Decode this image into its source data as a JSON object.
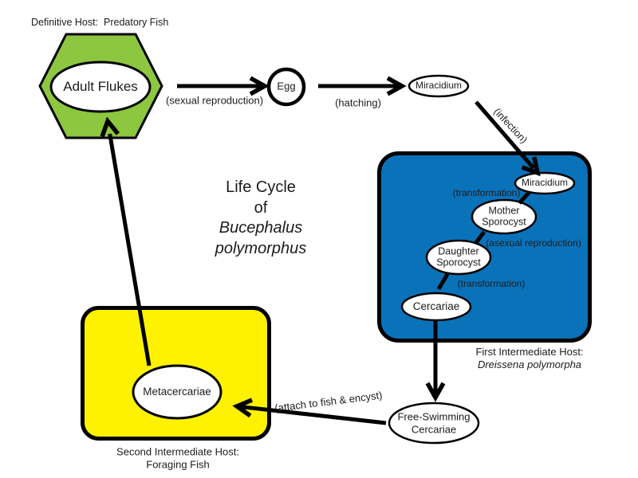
{
  "colors": {
    "definitive_green": "#8DC63F",
    "first_intermediate_blue": "#0A72B9",
    "second_intermediate_yellow": "#FFF200",
    "stroke_black": "#000000"
  },
  "title": {
    "line1": "Life Cycle",
    "line2": "of",
    "line3": "Bucephalus",
    "line4": "polymorphus"
  },
  "hosts": {
    "definitive": {
      "label": "Definitive Host:  Predatory Fish"
    },
    "first": {
      "line1": "First Intermediate Host:",
      "line2": "Dreissena polymorpha"
    },
    "second": {
      "line1": "Second Intermediate Host:",
      "line2": "Foraging Fish"
    }
  },
  "stages": {
    "adult_flukes": "Adult Flukes",
    "egg": "Egg",
    "miracidium_free": "Miracidium",
    "miracidium_host": "Miracidium",
    "mother_sporocyst": {
      "line1": "Mother",
      "line2": "Sporocyst"
    },
    "daughter_sporocyst": {
      "line1": "Daughter",
      "line2": "Sporocyst"
    },
    "cercariae": "Cercariae",
    "free_swimming": {
      "line1": "Free-Swimming",
      "line2": "Cercariae"
    },
    "metacercariae": "Metacercariae"
  },
  "processes": {
    "sexual_reproduction": "(sexual reproduction)",
    "hatching": "(hatching)",
    "infection": "(infection)",
    "transformation_1": "(transformation)",
    "asexual_reproduction": "(asexual reproduction)",
    "transformation_2": "(transformation)",
    "attach": "(attach to fish & encyst)"
  }
}
